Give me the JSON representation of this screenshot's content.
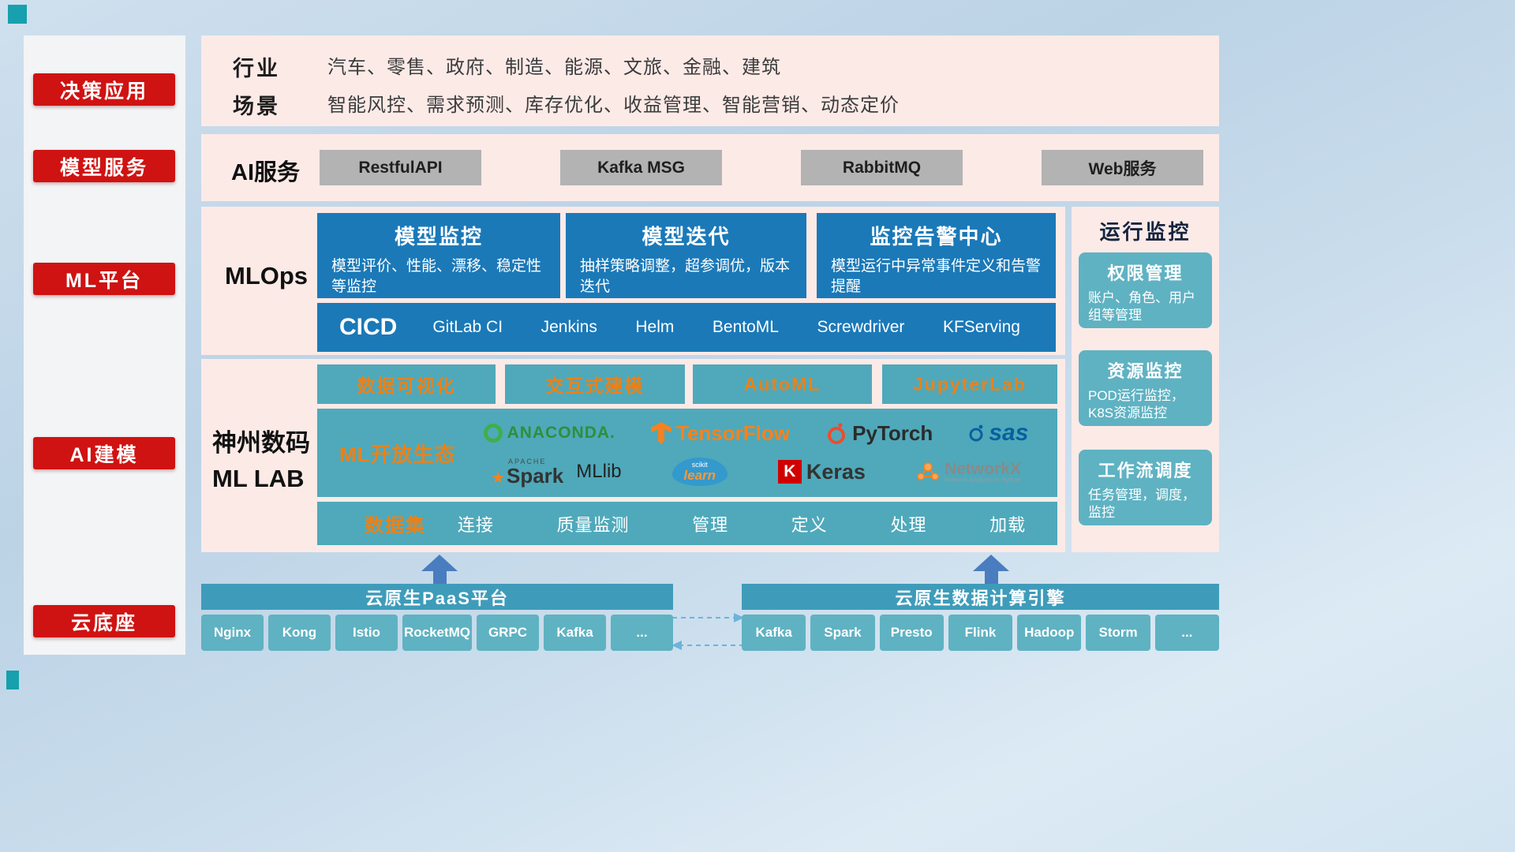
{
  "sidebar": {
    "items": [
      "决策应用",
      "模型服务",
      "ML平台",
      "AI建模",
      "云底座"
    ]
  },
  "row_industry": {
    "label1": "行业",
    "text1": "汽车、零售、政府、制造、能源、文旅、金融、建筑",
    "label2": "场景",
    "text2": "智能风控、需求预测、库存优化、收益管理、智能营销、动态定价"
  },
  "row_ai_service": {
    "label": "AI服务",
    "buttons": [
      "RestfulAPI",
      "Kafka MSG",
      "RabbitMQ",
      "Web服务"
    ]
  },
  "row_mlops": {
    "label": "MLOps",
    "cards": [
      {
        "title": "模型监控",
        "desc": "模型评价、性能、漂移、稳定性等监控"
      },
      {
        "title": "模型迭代",
        "desc": "抽样策略调整，超参调优，版本迭代"
      },
      {
        "title": "监控告警中心",
        "desc": "模型运行中异常事件定义和告警提醒"
      }
    ],
    "cicd_label": "CICD",
    "cicd_items": [
      "GitLab CI",
      "Jenkins",
      "Helm",
      "BentoML",
      "Screwdriver",
      "KFServing"
    ]
  },
  "monitor": {
    "title": "运行监控",
    "cards": [
      {
        "title": "权限管理",
        "desc": "账户、角色、用户组等管理"
      },
      {
        "title": "资源监控",
        "desc": "POD运行监控，K8S资源监控"
      },
      {
        "title": "工作流调度",
        "desc": "任务管理，调度，监控"
      }
    ]
  },
  "row_mllab": {
    "label_line1": "神州数码",
    "label_line2": "ML LAB",
    "tools": [
      "数据可视化",
      "交互式建模",
      "AutoML",
      "JupyterLab"
    ],
    "eco_label": "ML开放生态",
    "logos": {
      "anaconda": "ANACONDA.",
      "tensorflow": "TensorFlow",
      "pytorch": "PyTorch",
      "sas": "sas",
      "spark_apache": "APACHE",
      "spark_star": "★",
      "spark": "Spark",
      "mllib": "MLlib",
      "scikit_top": "scikit",
      "scikit": "learn",
      "keras_k": "K",
      "keras": "Keras",
      "networkx": "NetworkX",
      "networkx_sub": "Network Analysis in Python"
    },
    "dataset_label": "数据集",
    "dataset_items": [
      "连接",
      "质量监测",
      "管理",
      "定义",
      "处理",
      "加载"
    ]
  },
  "row_cloud": {
    "paas_title": "云原生PaaS平台",
    "paas_items": [
      "Nginx",
      "Kong",
      "Istio",
      "RocketMQ",
      "GRPC",
      "Kafka",
      "..."
    ],
    "engine_title": "云原生数据计算引擎",
    "engine_items": [
      "Kafka",
      "Spark",
      "Presto",
      "Flink",
      "Hadoop",
      "Storm",
      "..."
    ]
  },
  "colors": {
    "badge_red": "#cf1312",
    "panel_pink": "#fceae7",
    "card_blue": "#1b79b8",
    "teal": "#4fa9ba",
    "teal_light": "#5fb2c2",
    "accent_orange": "#e8821c",
    "bar_header_teal": "#3e9cba",
    "gray_button": "#b3b3b3",
    "arrow_blue": "#4a7cc0"
  }
}
